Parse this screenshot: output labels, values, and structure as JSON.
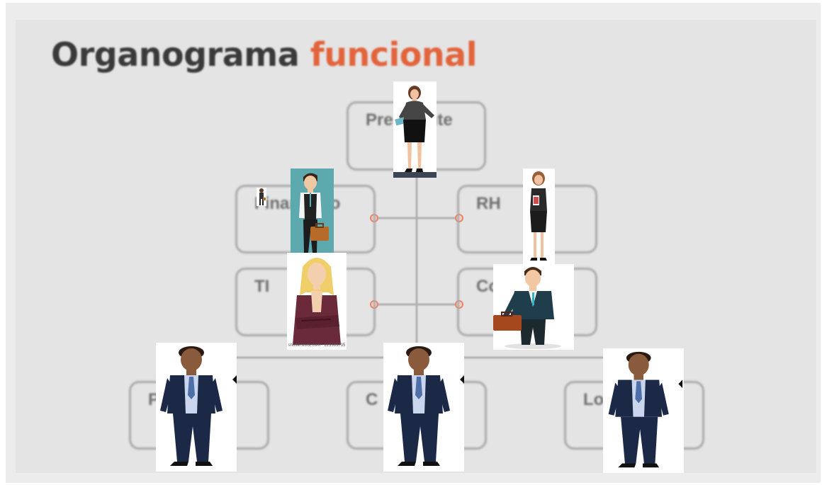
{
  "slide": {
    "title_part1": "Organograma",
    "title_part2": "funcional"
  },
  "colors": {
    "accent": "#e2643c",
    "title": "#3a3a3a",
    "box_border": "#a9a9a9",
    "connector_dot": "#e8866a"
  },
  "boxes": {
    "presidente": "Presidente",
    "financeiro": "Financeiro",
    "rh": "RH",
    "ti": "TI",
    "comercial": "Comercial",
    "bottom_left": "P",
    "bottom_center": "C",
    "bottom_right": "Lo"
  },
  "stock_caption": "shutterstock.com · 225385735",
  "icons": {
    "president": "businesswoman-tablet-icon",
    "financeiro": "businessman-briefcase-icon",
    "rh": "businesswoman-clipboard-icon",
    "ti": "businesswoman-arms-crossed-icon",
    "comercial": "businessman-suitcase-icon",
    "bottom": "businessman-suit-icon"
  }
}
